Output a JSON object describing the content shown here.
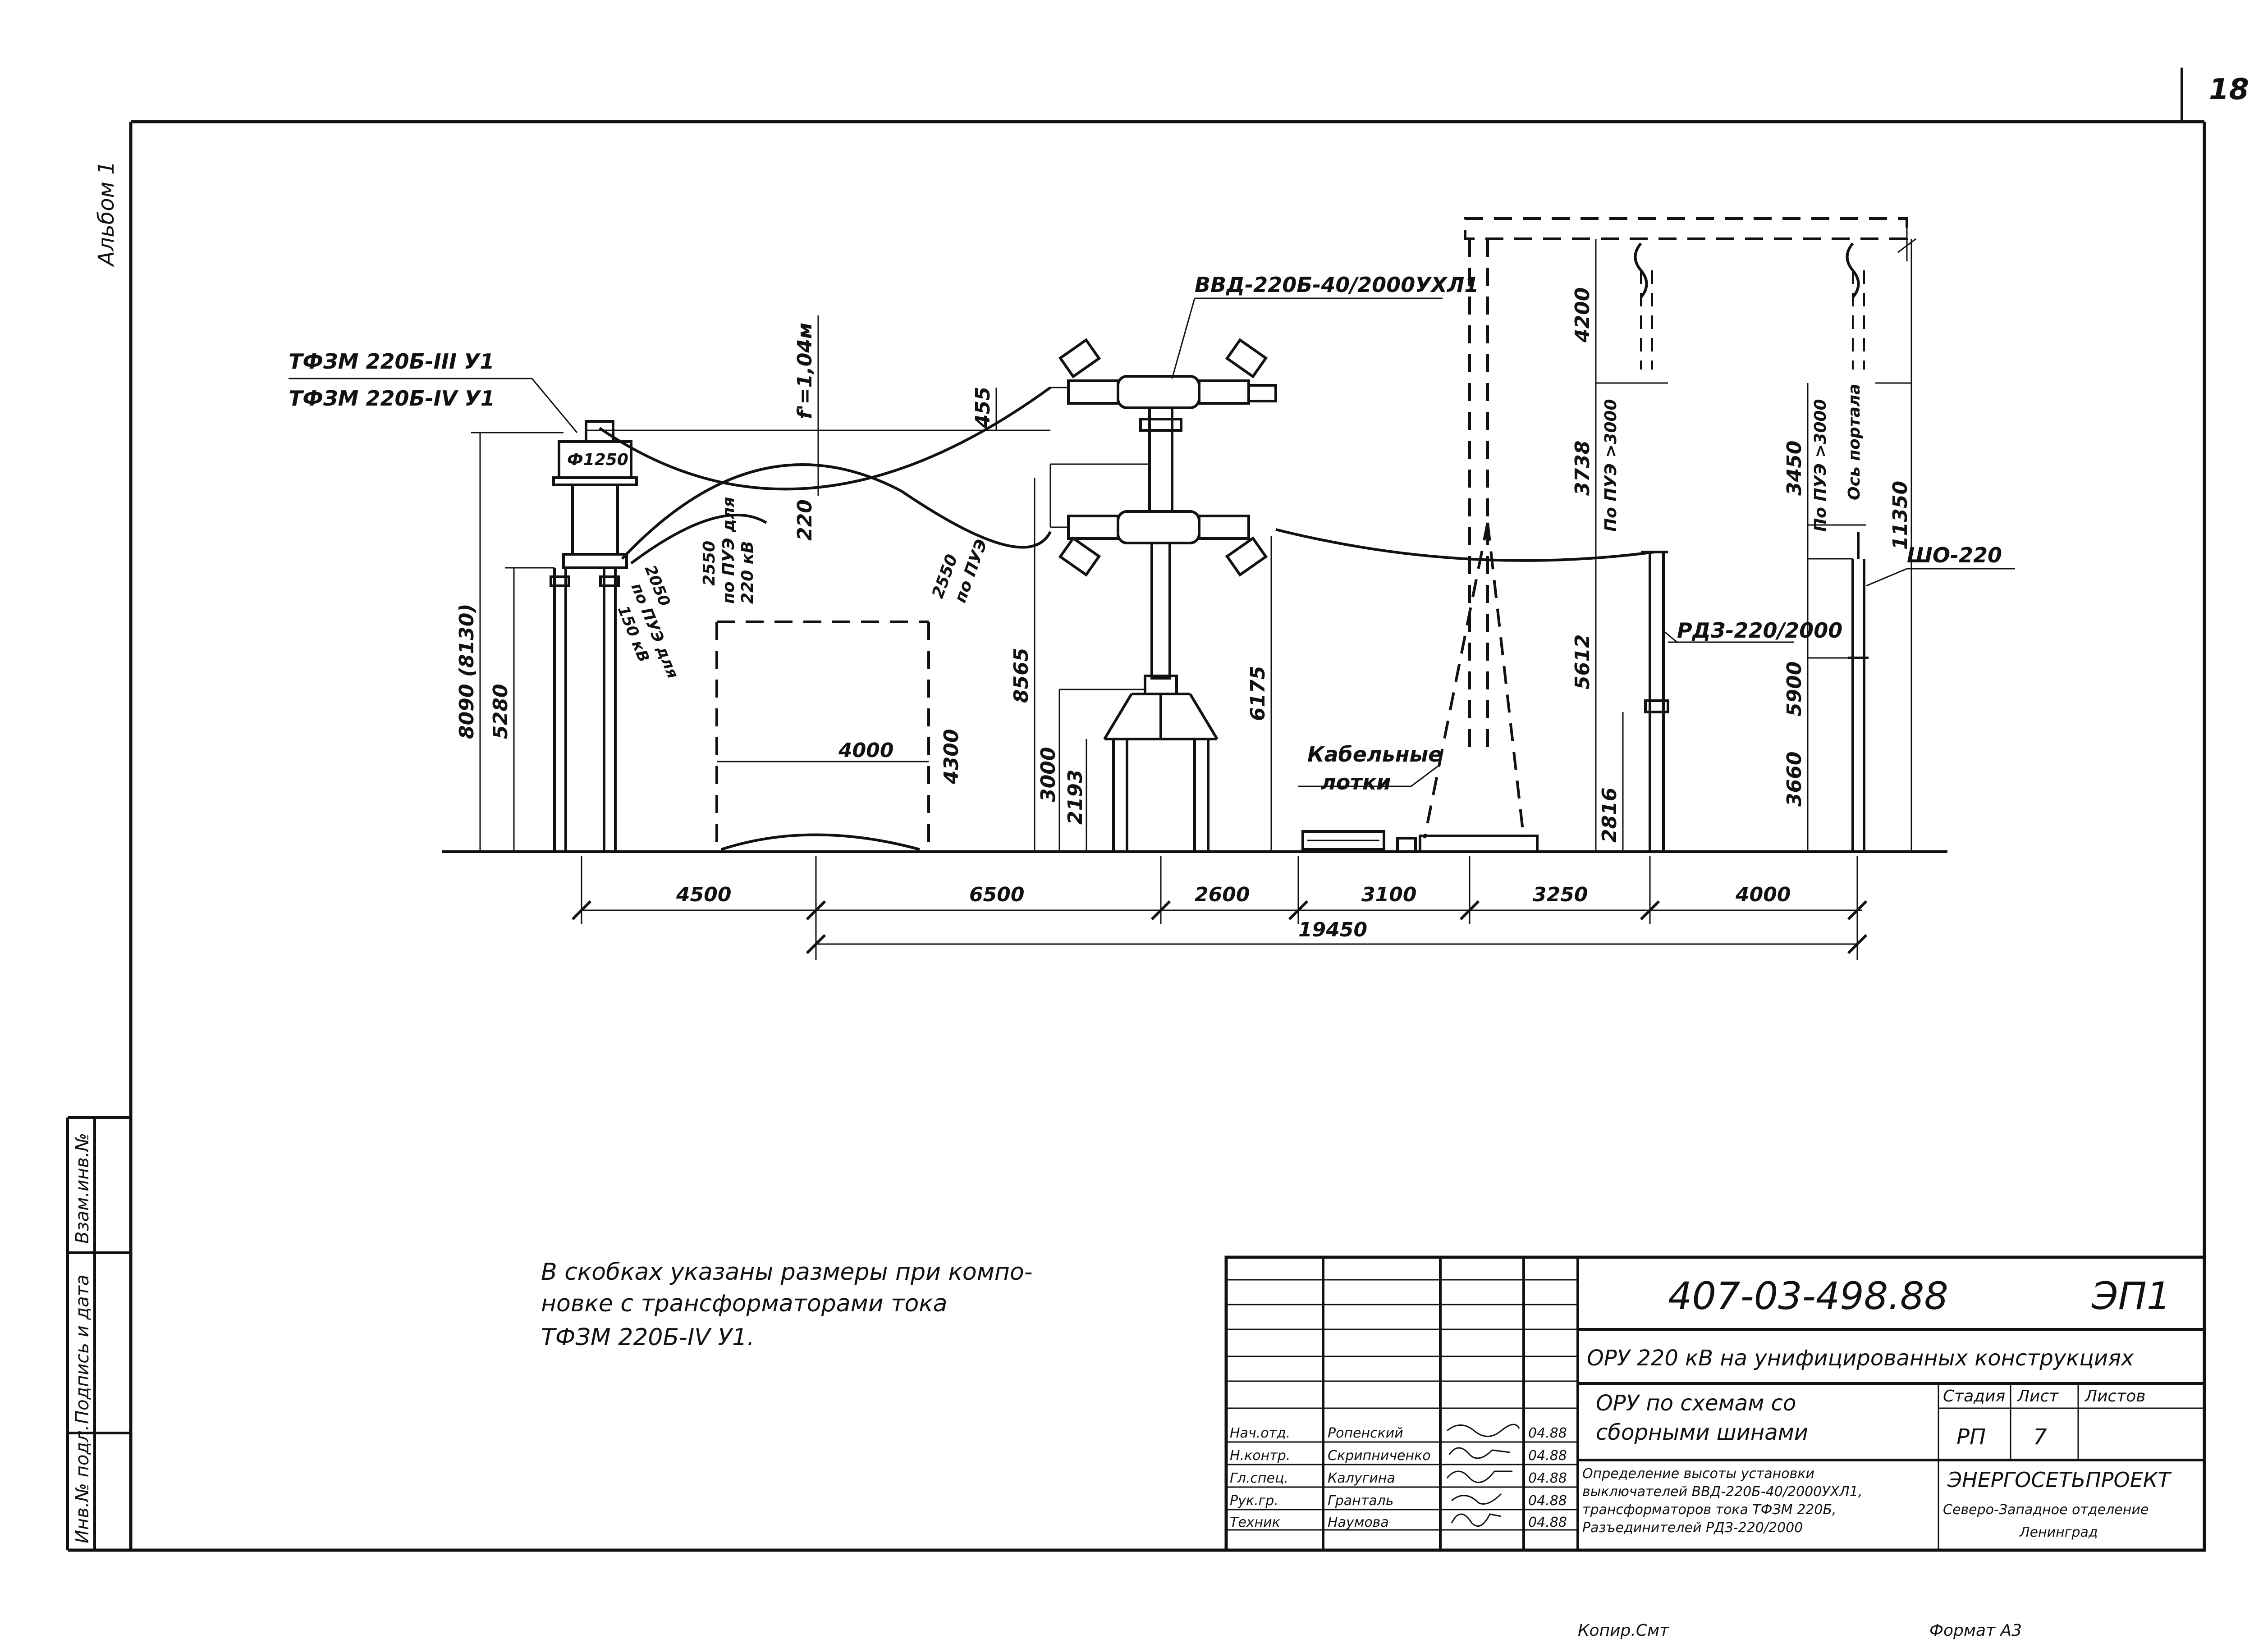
{
  "page": {
    "sheet_number": "18",
    "album": "Альбом 1"
  },
  "equipment": {
    "ct1": "ТФЗМ 220Б-III У1",
    "ct2": "ТФЗМ 220Б-IV У1",
    "ct_base": "Ф1250",
    "breaker": "ВВД-220Б-40/2000УХЛ1",
    "disconnector": "РДЗ-220/2000",
    "insulator": "ШО-220",
    "cable_trays_1": "Кабельные",
    "cable_trays_2": "лотки"
  },
  "dims": {
    "h_8090": "8090 (8130)",
    "h_5280": "5280",
    "sag": "f'=1,04м",
    "d_455": "455",
    "d_220": "220",
    "clr_2050_a": "2050",
    "clr_2050_b": "по ПУЭ для",
    "clr_2050_c": "150 кВ",
    "clr_2550_a": "2550",
    "clr_2550_b": "по ПУЭ для",
    "clr_2550_c": "220 кВ",
    "clr_2550_d": "2550",
    "clr_2550_e": "по ПУЭ",
    "h_4000_inner": "4000",
    "h_4300": "4300",
    "h_8565": "8565",
    "h_3000": "3000",
    "h_2193": "2193",
    "h_6175": "6175",
    "h_4200": "4200",
    "h_3738": "3738",
    "h_3738_note": "По ПУЭ >3000",
    "h_5612": "5612",
    "h_2816": "2816",
    "h_3450": "3450",
    "h_3450_note": "По ПУЭ >3000",
    "axis_note": "Ось портала",
    "h_11350": "11350",
    "h_5900": "5900",
    "h_3660": "3660",
    "b_4500": "4500",
    "b_6500": "6500",
    "b_2600": "2600",
    "b_3100": "3100",
    "b_3250": "3250",
    "b_4000": "4000",
    "b_total": "19450"
  },
  "note": {
    "line1": "В скобках указаны размеры при компо-",
    "line2": "новке с трансформаторами тока",
    "line3": "ТФЗМ 220Б-IV У1."
  },
  "side_stamp": {
    "c1": "Взам.инв.№",
    "c2": "Подпись и дата",
    "c3": "Инв.№ подл."
  },
  "title_block": {
    "code": "407-03-498.88",
    "mark": "ЭП1",
    "project": "ОРУ 220 кВ на унифицированных конструкциях",
    "part_1": "ОРУ по схемам со",
    "part_2": "сборными шинами",
    "sheet_title_1": "Определение высоты установки",
    "sheet_title_2": "выключателей ВВД-220Б-40/2000УХЛ1,",
    "sheet_title_3": "трансформаторов тока ТФЗМ 220Б,",
    "sheet_title_4": "Разъединителей РДЗ-220/2000",
    "stage_h": "Стадия",
    "sheet_h": "Лист",
    "sheets_h": "Листов",
    "stage": "РП",
    "sheet": "7",
    "sheets": "",
    "org_1": "ЭНЕРГОСЕТЬПРОЕКТ",
    "org_2": "Северо-Западное отделение",
    "org_3": "Ленинград",
    "rows": [
      {
        "role": "Нач.отд.",
        "name": "Ропенский",
        "date": "04.88"
      },
      {
        "role": "Н.контр.",
        "name": "Скрипниченко",
        "date": "04.88"
      },
      {
        "role": "Гл.спец.",
        "name": "Калугина",
        "date": "04.88"
      },
      {
        "role": "Рук.гр.",
        "name": "Гранталь",
        "date": "04.88"
      },
      {
        "role": "Техник",
        "name": "Наумова",
        "date": "04.88"
      }
    ]
  },
  "footer": {
    "copy": "Копир.Смт",
    "format": "Формат А3"
  }
}
